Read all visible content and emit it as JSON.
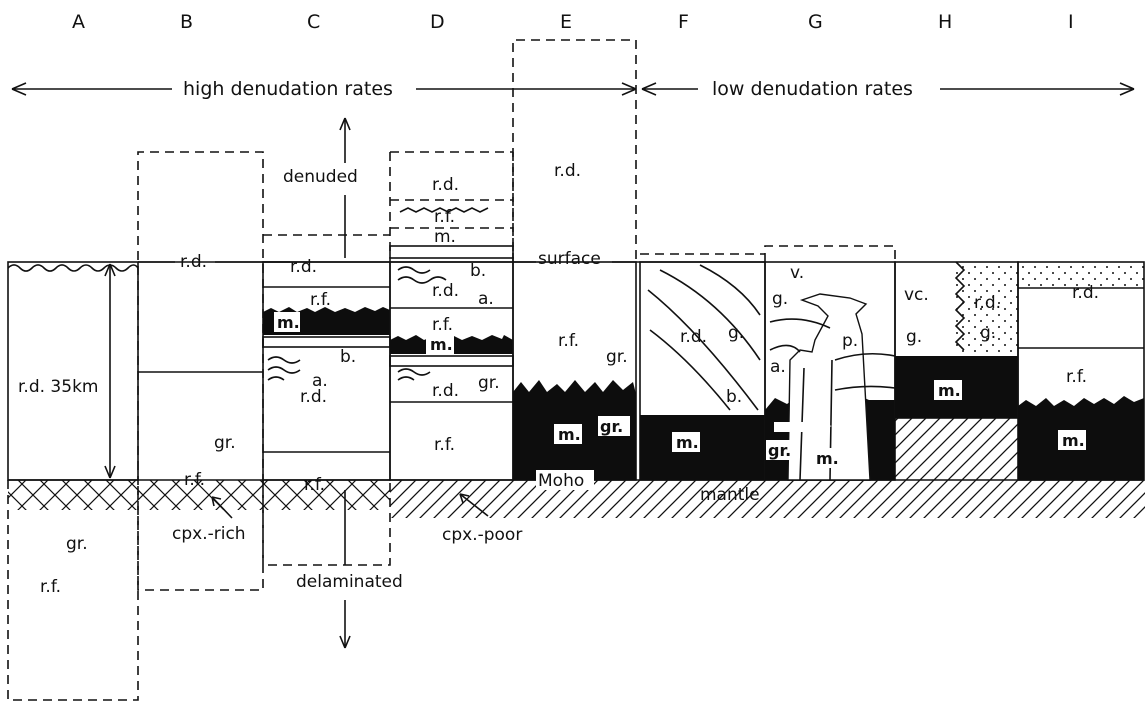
{
  "columns": [
    "A",
    "B",
    "C",
    "D",
    "E",
    "F",
    "G",
    "H",
    "I"
  ],
  "header": {
    "high": "high denudation rates",
    "low": "low denudation rates"
  },
  "labels": {
    "rd": "r.d.",
    "rf": "r.f.",
    "m": "m.",
    "b": "b.",
    "a": "a.",
    "gr": "gr.",
    "g": "g.",
    "v": "v.",
    "p": "p.",
    "vc": "vc.",
    "rd35": "r.d. 35km",
    "denuded": "denuded",
    "delaminated": "delaminated",
    "surface": "surface",
    "moho": "Moho",
    "mantle": "mantle",
    "cpx_rich": "cpx.-rich",
    "cpx_poor": "cpx.-poor"
  }
}
